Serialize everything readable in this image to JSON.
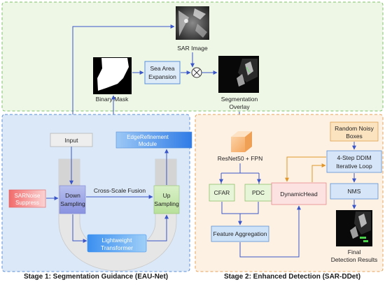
{
  "top": {
    "sar_image": "SAR Image",
    "binary_mask": "Binary Mask",
    "sea_area_expansion": [
      "Sea Area",
      "Expansion"
    ],
    "segmentation_overlay": [
      "Segmentation",
      "Overlay"
    ],
    "multiply_symbol": "×"
  },
  "stage1": {
    "input": "Input",
    "edge_refinement": [
      "EdgeRefinement",
      "Module"
    ],
    "sar_noise": [
      "SARNoise",
      "Suppress"
    ],
    "down_sampling": [
      "Down",
      "Sampling"
    ],
    "up_sampling": [
      "Up",
      "Sampling"
    ],
    "cross_scale": "Cross-Scale Fusion",
    "lightweight": [
      "Lightweight",
      "Transformer"
    ],
    "caption": "Stage 1: Segmentation Guidance (EAU-Net)"
  },
  "stage2": {
    "backbone": "ResNet50 + FPN",
    "cfar": "CFAR",
    "pdc": "PDC",
    "feature_aggregation": "Feature Aggregation",
    "dynamic_head": "DynamicHead",
    "random_noisy": [
      "Random Noisy",
      "Boxes"
    ],
    "ddim": [
      "4-Step DDIM",
      "Iterative Loop"
    ],
    "nms": "NMS",
    "final": [
      "Final",
      "Detection Results"
    ],
    "caption": "Stage 2: Enhanced Detection (SAR-DDet)"
  },
  "colors": {
    "arrow": "#3a56c9",
    "orange_arrow": "#e0962a",
    "top_bg": "#eef7e6",
    "top_border": "#7fc36b",
    "stage1_bg": "#dbe8f8",
    "stage1_border": "#5b8fd6",
    "stage2_bg": "#fdf1e4",
    "stage2_border": "#e6a35a"
  }
}
